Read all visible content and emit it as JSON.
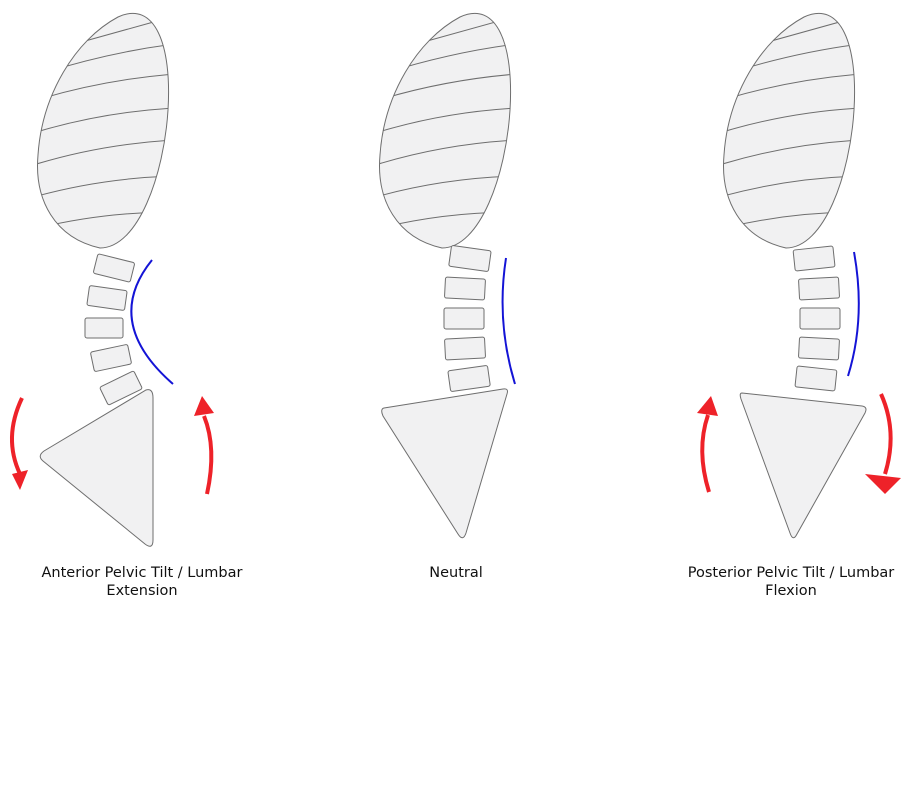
{
  "panels": [
    {
      "id": "anterior",
      "caption_line1": "Anterior Pelvic Tilt / Lumbar",
      "caption_line2": "Extension"
    },
    {
      "id": "neutral",
      "caption_line1": "Neutral",
      "caption_line2": ""
    },
    {
      "id": "posterior",
      "caption_line1": "Posterior Pelvic Tilt / Lumbar",
      "caption_line2": "Flexion"
    }
  ],
  "colors": {
    "bone_fill": "#f1f1f2",
    "bone_stroke": "#6e6e6e",
    "curve": "#1414d6",
    "arrow": "#ee2229"
  }
}
